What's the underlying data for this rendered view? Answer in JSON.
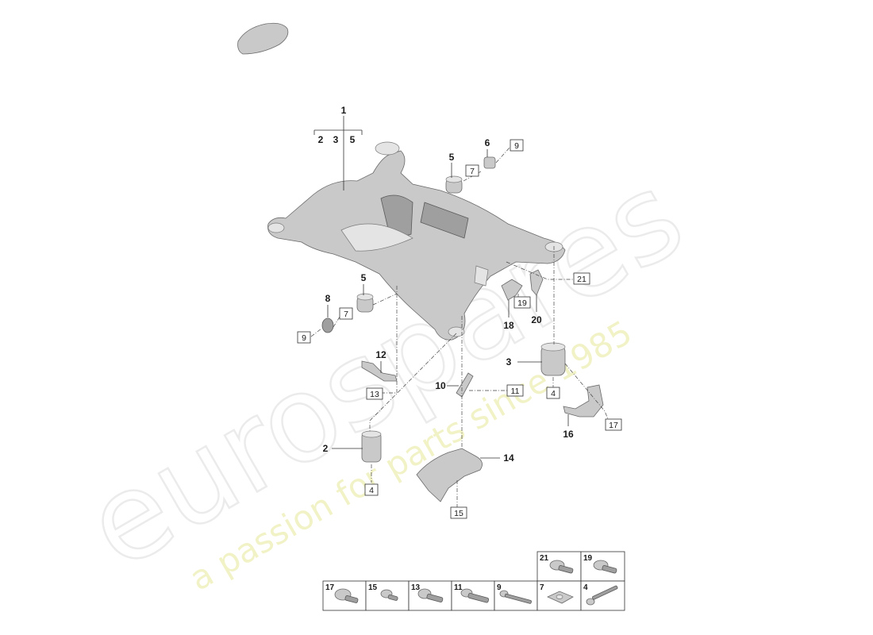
{
  "watermark": {
    "brand": "eurospares",
    "tagline": "a passion for parts since 1985"
  },
  "callouts": {
    "c1": "1",
    "c1_sub2": "2",
    "c1_sub3": "3",
    "c1_sub5": "5",
    "c2": "2",
    "c3": "3",
    "c5a": "5",
    "c5b": "5",
    "c6": "6",
    "c8": "8",
    "c10": "10",
    "c12": "12",
    "c14": "14",
    "c16": "16",
    "c18": "18",
    "c20": "20"
  },
  "boxes": {
    "b4a": "4",
    "b4b": "4",
    "b7a": "7",
    "b7b": "7",
    "b9a": "9",
    "b9b": "9",
    "b11": "11",
    "b13": "13",
    "b15": "15",
    "b17": "17",
    "b19": "19",
    "b21": "21"
  },
  "fastener_table": {
    "top_row": [
      "21",
      "19"
    ],
    "bottom_row": [
      "17",
      "15",
      "13",
      "11",
      "9",
      "7",
      "4"
    ]
  }
}
